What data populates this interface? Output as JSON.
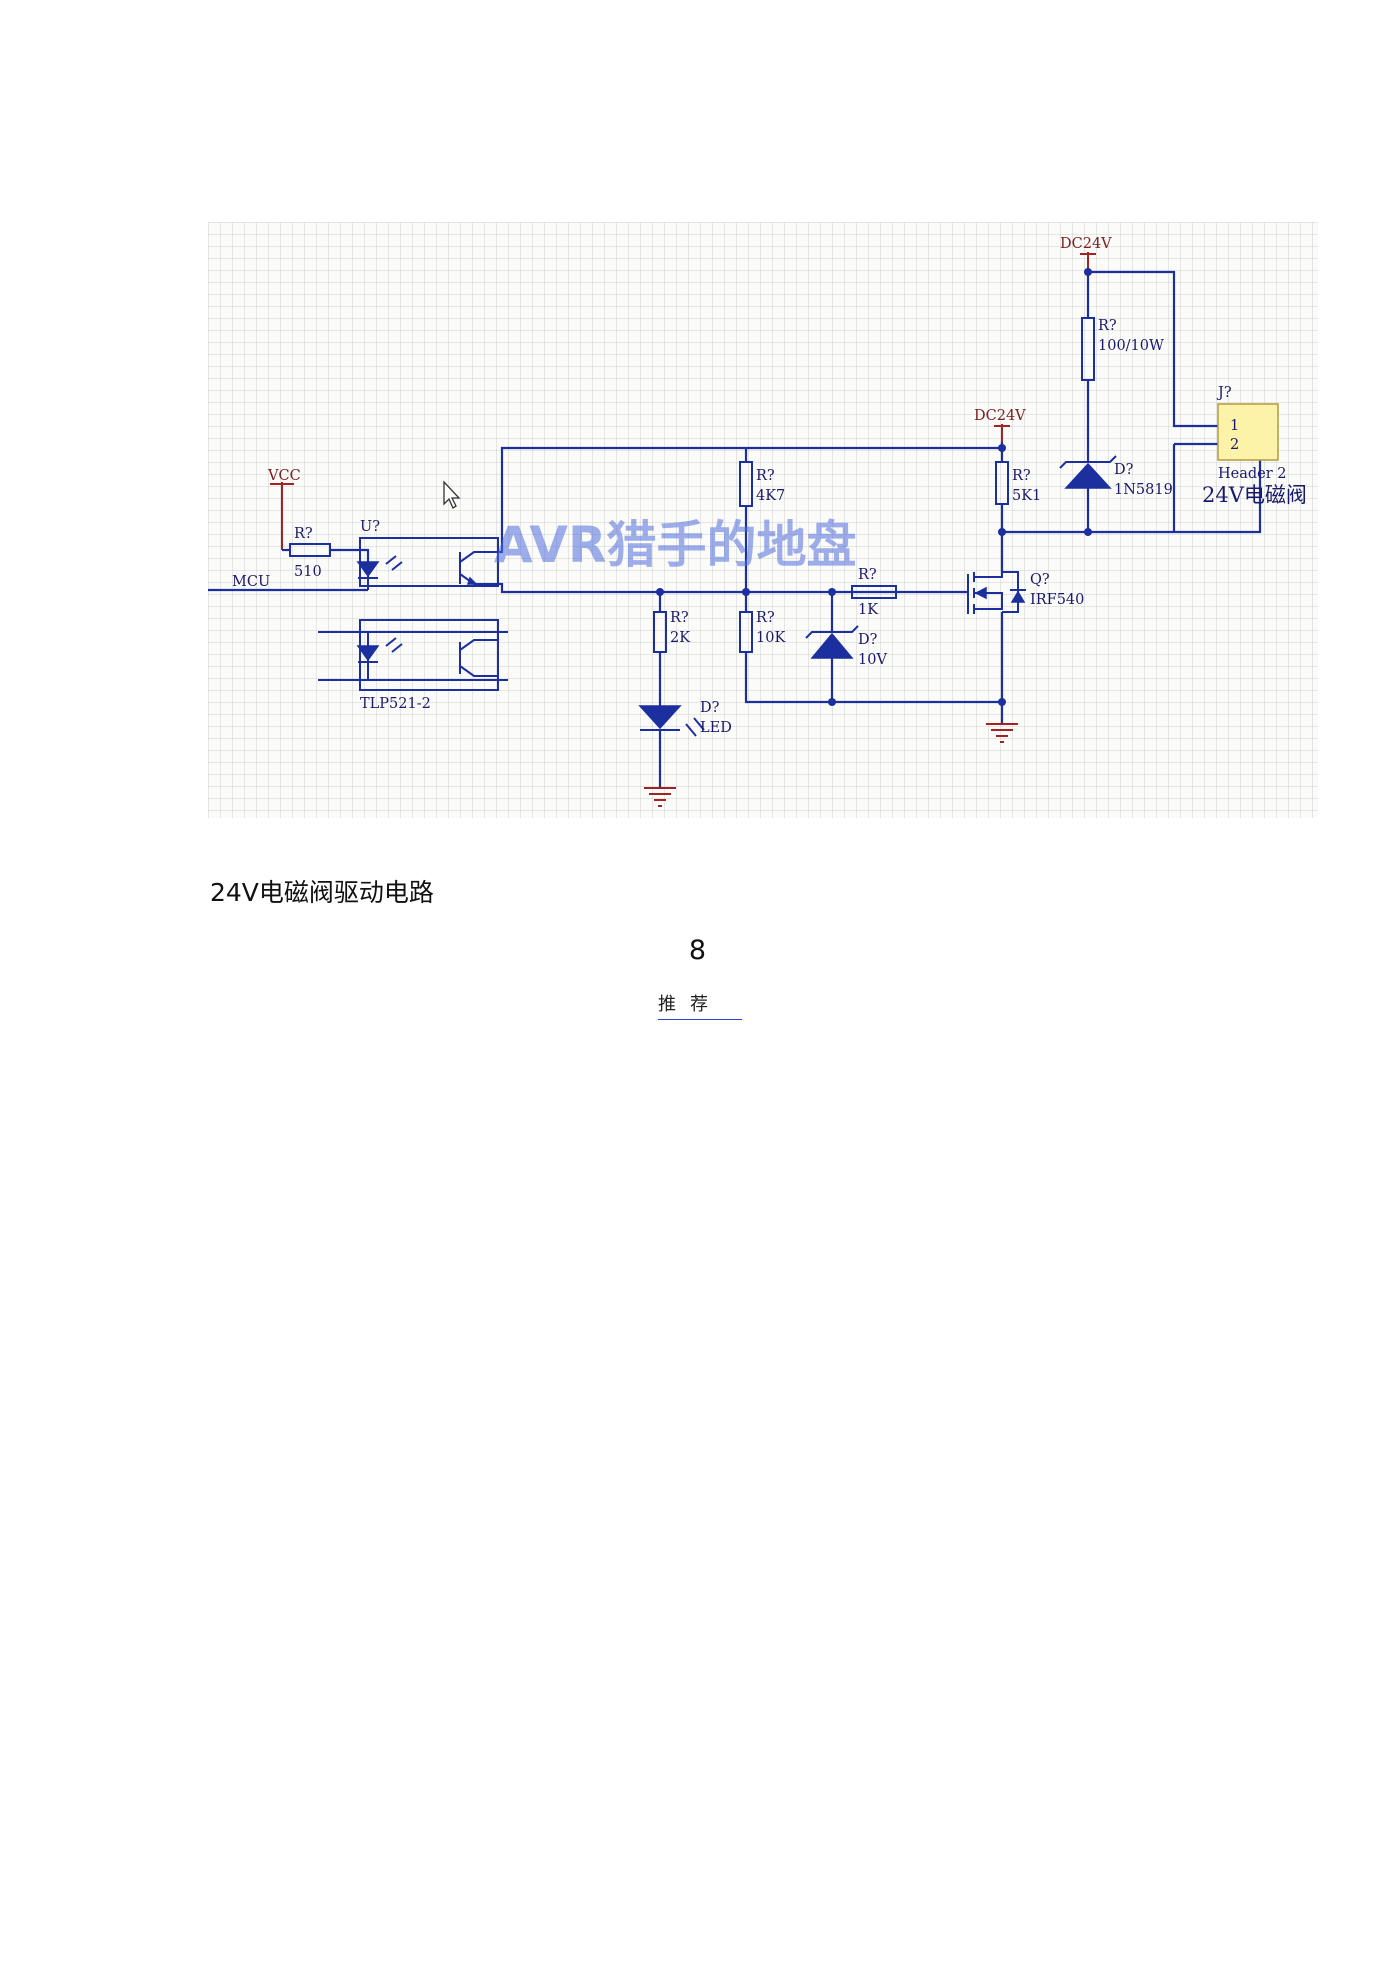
{
  "schematic": {
    "labels": {
      "vcc": "VCC",
      "mcu": "MCU",
      "r_510_ref": "R?",
      "r_510_val": "510",
      "opto_ref": "U?",
      "opto_val": "TLP521-2",
      "r_2k_ref": "R?",
      "r_2k_val": "2K",
      "led_ref": "D?",
      "led_val": "LED",
      "r_4k7_ref": "R?",
      "r_4k7_val": "4K7",
      "r_10k_ref": "R?",
      "r_10k_val": "10K",
      "r_1k_ref": "R?",
      "r_1k_val": "1K",
      "zener_ref": "D?",
      "zener_val": "10V",
      "dc24v_a": "DC24V",
      "dc24v_b": "DC24V",
      "r_5k1_ref": "R?",
      "r_5k1_val": "5K1",
      "mosfet_ref": "Q?",
      "mosfet_val": "IRF540",
      "r_100_ref": "R?",
      "r_100_val": "100/10W",
      "d_1n5819_ref": "D?",
      "d_1n5819_val": "1N5819",
      "header_ref": "J?",
      "header_pin1": "1",
      "header_pin2": "2",
      "header_val": "Header 2",
      "valve_label": "24V电磁阀"
    },
    "watermark": "AVR猎手的地盘",
    "colors": {
      "wire": "#1c2f9e",
      "power": "#a12424",
      "header_fill": "#fdf3a8"
    }
  },
  "caption": "24V电磁阀驱动电路",
  "page_number": "8",
  "recommend_link": "推荐"
}
